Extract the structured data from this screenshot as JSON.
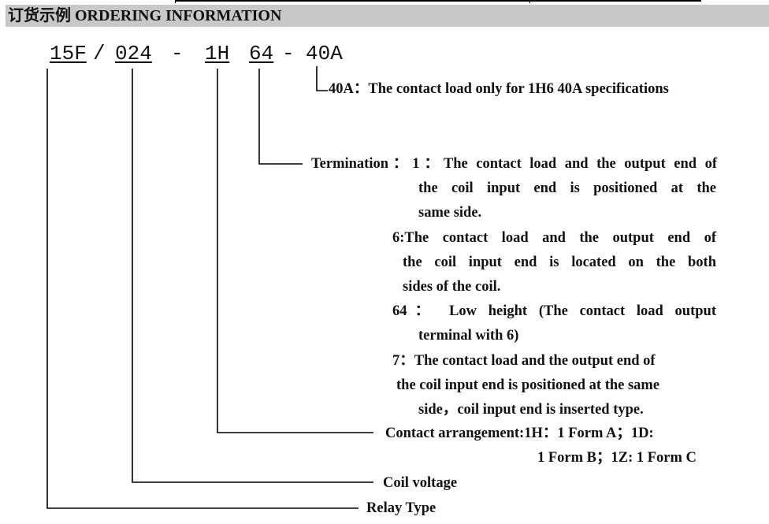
{
  "header": {
    "title": "订货示例 ORDERING    INFORMATION"
  },
  "code": {
    "relay_type": "15F",
    "sep1": "/",
    "coil_voltage": "024",
    "sep2": "-",
    "contact_arrangement": "1H",
    "termination": "64",
    "sep3": "-",
    "contact_load": "40A"
  },
  "descriptions": {
    "contact_load": "40A：The contact load only for 1H6 40A specifications",
    "termination_line1": "Termination：1：The contact load and the output end of",
    "termination_line2": "the coil input end is positioned at the",
    "termination_line3": "same side.",
    "opt6_line1": "6:The contact load and the output end of",
    "opt6_line2": "the coil input end is located on the both",
    "opt6_line3": "sides of the coil.",
    "opt64_line1": "64： Low height (The contact load output",
    "opt64_line2": "terminal with 6)",
    "opt7_line1": "7：The contact load and the output end of",
    "opt7_line2": "the coil input end is positioned at the same",
    "opt7_line3": "side，coil input end is inserted type.",
    "contact_arrangement_line1": "Contact arrangement:1H：1 Form A；1D:",
    "contact_arrangement_line2": "1 Form B；1Z: 1 Form C",
    "coil_voltage": "Coil voltage",
    "relay_type": "Relay Type"
  }
}
